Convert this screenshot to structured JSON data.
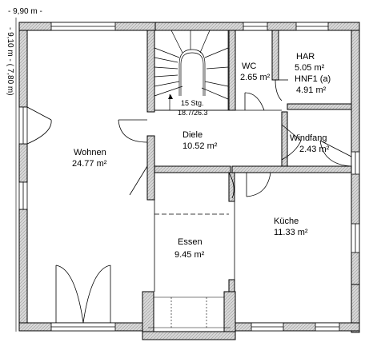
{
  "dimensions": {
    "width_label": "- 9,90 m -",
    "height_label": "- 9,10 m - ( 7,80 m)"
  },
  "rooms": {
    "wohnen": {
      "name": "Wohnen",
      "area": "24.77 m²"
    },
    "wc": {
      "name": "WC",
      "area": "2.65 m²"
    },
    "har": {
      "name": "HAR",
      "area": "5.05 m²",
      "extra": "HNF1 (a)",
      "extra_area": "4.91 m²"
    },
    "diele": {
      "name": "Diele",
      "area": "10.52 m²"
    },
    "windfang": {
      "name": "Windfang",
      "area": "2.43 m²"
    },
    "kueche": {
      "name": "Küche",
      "area": "11.33 m²"
    },
    "essen": {
      "name": "Essen",
      "area": "9.45 m²"
    }
  },
  "stairs": {
    "steps": "15 Stg.",
    "ratio": "18.7/26.3"
  },
  "colors": {
    "wall_fill": "#d8d8d8",
    "line": "#000000",
    "background": "#ffffff"
  }
}
